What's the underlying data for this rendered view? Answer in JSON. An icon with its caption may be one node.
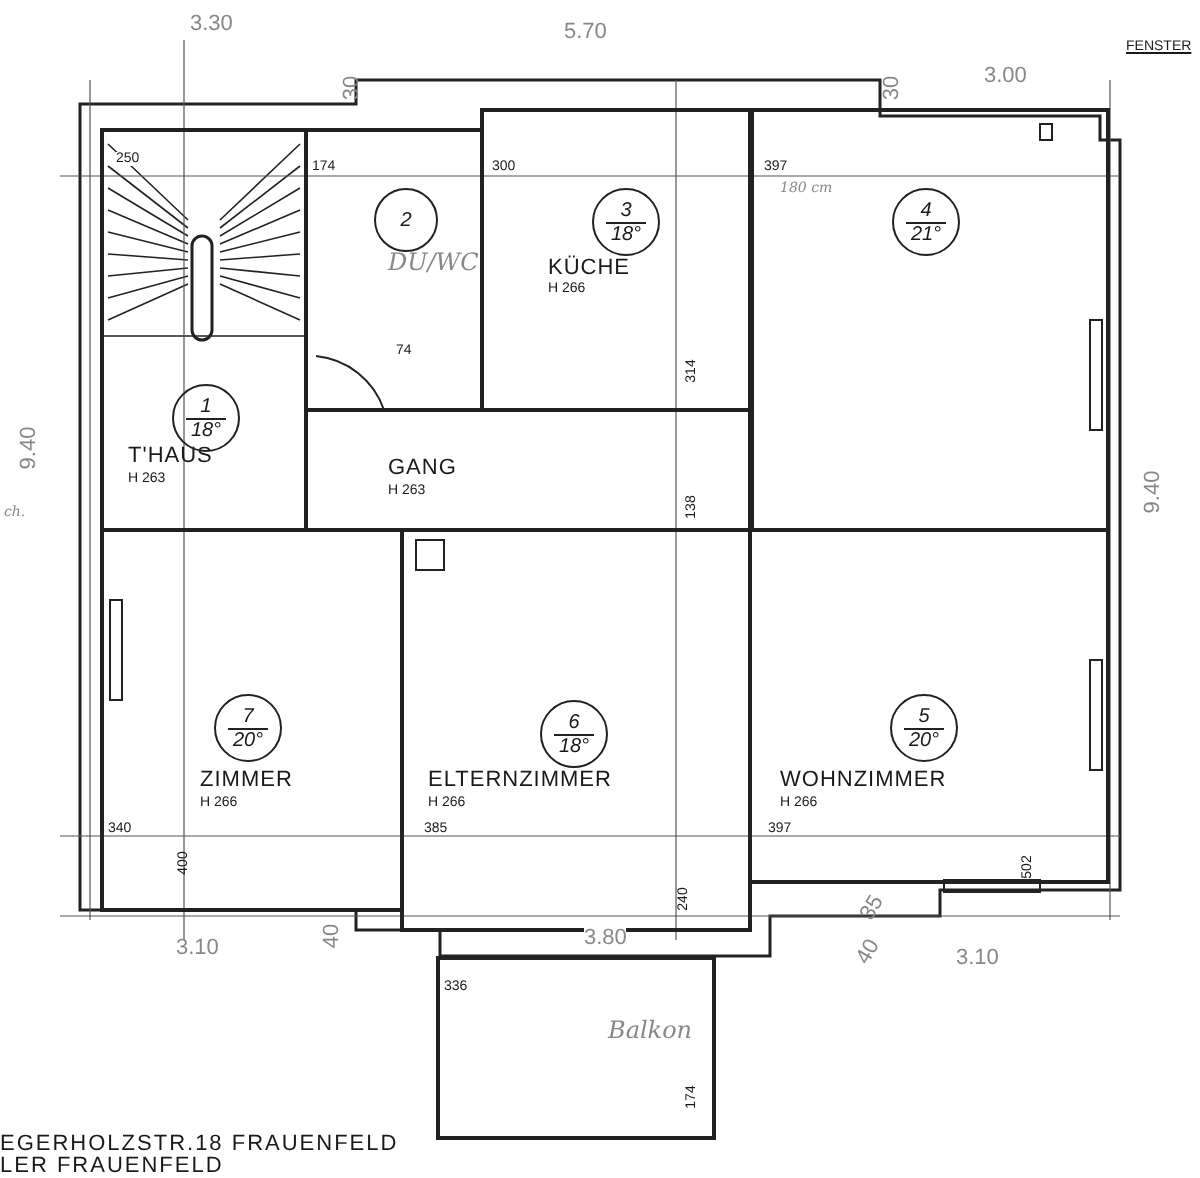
{
  "diagram": {
    "nodes": [
      {
        "text": [
          "T'HAUS",
          "H 263"
        ]
      },
      {
        "text": [
          "1",
          "18°"
        ],
        "in": 0
      },
      {
        "text": [
          "DU/WC"
        ]
      },
      {
        "text": [
          "2"
        ],
        "in": 2
      },
      {
        "text": [
          "KÜCHE",
          "H 266"
        ]
      },
      {
        "text": [
          "3",
          "18°"
        ],
        "in": 4
      },
      {
        "text": [],
        "shape": "box"
      },
      {
        "text": [
          "4",
          "21°"
        ],
        "in": 6
      },
      {
        "text": [
          "GANG",
          "H 263"
        ]
      },
      {
        "text": [
          "ZIMMER",
          "H 266"
        ]
      },
      {
        "text": [
          "7",
          "20°"
        ],
        "in": 9
      },
      {
        "text": [
          "ELTERNZIMMER",
          "H 266"
        ]
      },
      {
        "text": [
          "6",
          "18°"
        ],
        "in": 11
      },
      {
        "text": [
          "WOHNZIMMER",
          "H 266"
        ]
      },
      {
        "text": [
          "5",
          "20°"
        ],
        "in": 13
      },
      {
        "text": [
          "Balkon"
        ]
      }
    ],
    "labels": [
      "3.30",
      "5.70",
      "FENSTER",
      "30",
      "3.00",
      "30",
      "250",
      "174",
      "300",
      "397",
      "180 cm",
      "9.40",
      "ch.",
      "9.40",
      "314",
      "74",
      "138",
      "340",
      "400",
      "3.10",
      "40",
      "385",
      "240",
      "3.80",
      "336",
      "397",
      "502",
      "35",
      "40",
      "3.10",
      "174",
      "EGERHOLZSTR.18 FRAUENFELD",
      "LER  FRAUENFELD"
    ]
  }
}
